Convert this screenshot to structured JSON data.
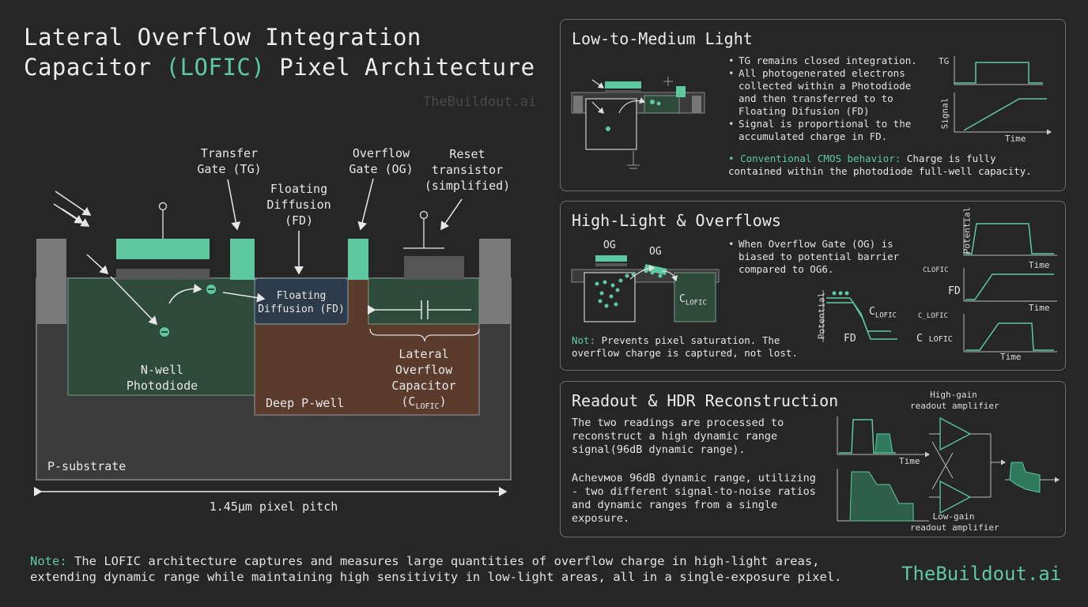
{
  "title": {
    "line1": "Lateral Overflow Integration",
    "line2_pre": "Capacitor ",
    "line2_accent": "(LOFIC)",
    "line2_post": " Pixel Architecture"
  },
  "watermark": "TheBuildout.ai",
  "diagram": {
    "transfer_gate": [
      "Transfer",
      "Gate (TG)"
    ],
    "overflow_gate": [
      "Overflow",
      "Gate (OG)"
    ],
    "reset_transistor": [
      "Reset",
      "transistor",
      "(simplified)"
    ],
    "floating_diffusion_top": [
      "Floating",
      "Diffusion",
      "(FD)"
    ],
    "floating_diffusion_inner": [
      "Floating",
      "Diffusion (FD)"
    ],
    "nwell": [
      "N-well",
      "Photodiode"
    ],
    "deep_pwell": "Deep P-well",
    "lateral_cap": [
      "Lateral",
      "Overflow",
      "Capacitor"
    ],
    "lateral_cap_symbol": "(C",
    "lateral_cap_sub": "LOFIC",
    "lateral_cap_close": ")",
    "psubstrate": "P-substrate",
    "pitch": "1.45µm pixel pitch"
  },
  "panel1": {
    "title": "Low-to-Medium Light",
    "bullets": [
      "TG remains closed integration.",
      "All photogenerated electrons collected within a Photodiode and then transferred to to Floating Difusion (FD)",
      "Signal is proportional to the accumulated charge in FD."
    ],
    "cmos_label": "Conventional CMOS behavior:",
    "cmos_text": "Charge is fully contained within the photodiode full-well capacity.",
    "chart_tg": "TG",
    "chart_signal": "Signal",
    "chart_time": "Time"
  },
  "panel2": {
    "title": "High-Light & Overflows",
    "og1": "OG",
    "og2": "OG",
    "clofic": "C",
    "clofic_sub": "LOFIC",
    "bullet": "When Overflow Gate (OG) is biased to potential barrier compared to OG6.",
    "potential": "Potential",
    "c_lofic_label": "C",
    "c_lofic_label_sub": "LOFIC",
    "fd": "FD",
    "note_label": "Not:",
    "note_text": "Prevents pixel saturation. The overflow charge is captured, not lost.",
    "ch_potential": "Potential",
    "ch_time1": "Time",
    "ch_clofic": "CLOFIC",
    "ch_fd": "FD",
    "ch_time2": "Time",
    "ch_clofic2": "C_LOFIC",
    "ch_c": "C",
    "ch_c_sub": "LOFIC",
    "ch_time3": "Time"
  },
  "panel3": {
    "title": "Readout & HDR Reconstruction",
    "para1": [
      "The two readings are processed to",
      "reconstruct a high dynamic range",
      "signal(96dB dynamic range)."
    ],
    "para2": [
      "Achevмов 96dB dynamic range, utilizing",
      "- two different signal-to-noise ratios",
      "and dynamic ranges from a single",
      "exposure."
    ],
    "high_gain": [
      "High-gain",
      "readout amplifier"
    ],
    "low_gain": [
      "Low-gain",
      "readout amplifier"
    ],
    "time": "Time"
  },
  "bottom_note": {
    "label": "Note:",
    "line1": " The LOFIC architecture captures and measures large quantities of overflow charge in high-light areas,",
    "line2": "extending dynamic range while maintaining high sensitivity in low-light areas, all in a single-exposure pixel."
  },
  "brand": "TheBuildout.ai",
  "colors": {
    "background": "#262626",
    "accent": "#5ec9a1",
    "nwell": "#2f4a3c",
    "pwell": "#5a3a2c",
    "substrate": "#3a3a3a"
  }
}
